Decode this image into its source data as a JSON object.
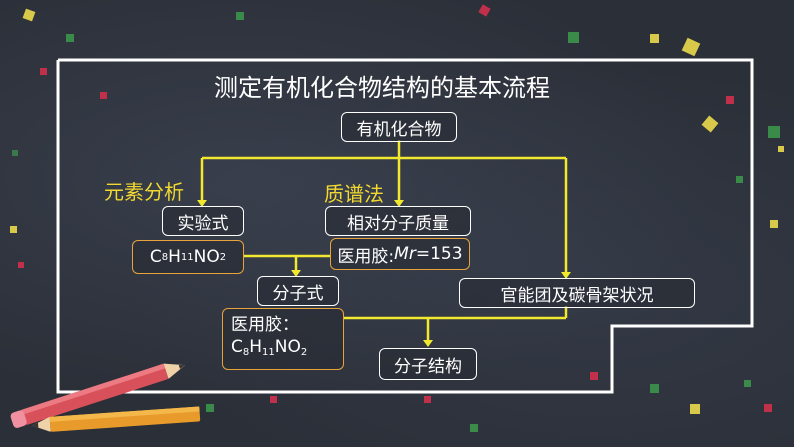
{
  "title": "测定有机化合物结构的基本流程",
  "nodes": {
    "compound": "有机化合物",
    "elemental_analysis": "元素分析",
    "mass_spec": "质谱法",
    "empirical_formula": "实验式",
    "relative_mass": "相对分子质量",
    "empirical_value": {
      "parts": [
        "C",
        "8",
        "H",
        "11",
        "NO",
        "2"
      ]
    },
    "mr_prefix": "医用胶:",
    "mr_symbol": "Mr",
    "mr_value": "=153",
    "molecular_formula": "分子式",
    "functional_groups": "官能团及碳骨架状况",
    "glue_label": "医用胶：",
    "glue_formula": {
      "parts": [
        "C",
        "8",
        "H",
        "11",
        "NO",
        "2"
      ]
    },
    "molecular_structure": "分子结构"
  },
  "colors": {
    "background": "#2b2f38",
    "connector": "#f2e830",
    "label_yellow": "#f2d930",
    "box_orange": "#e8a33a"
  }
}
